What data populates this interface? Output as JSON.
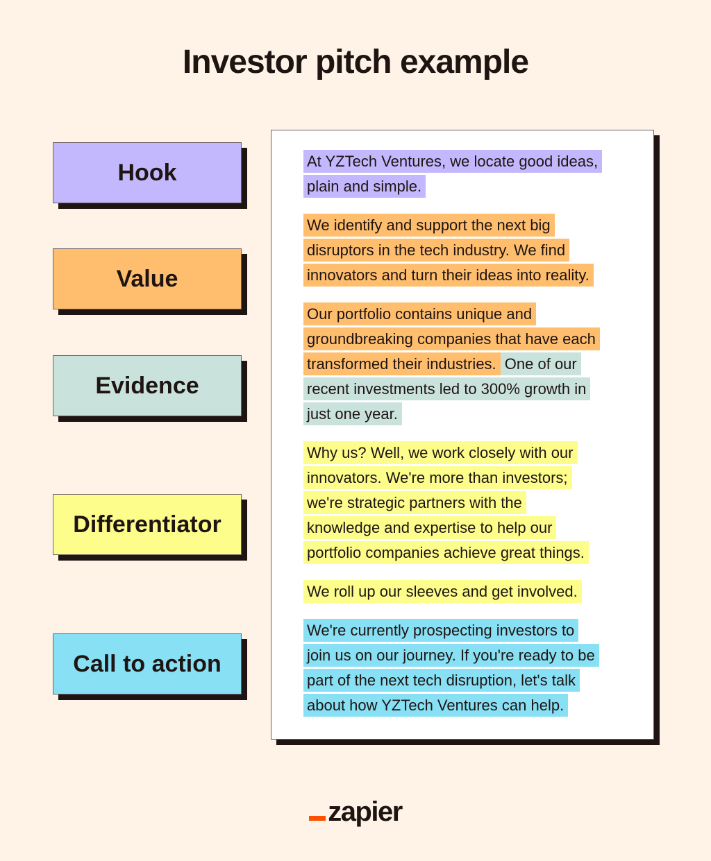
{
  "title": "Investor pitch example",
  "colors": {
    "hook": "#c3b8fd",
    "value": "#ffbe6e",
    "evidence": "#c9e2dc",
    "differentiator": "#fdfd8c",
    "cta": "#88e0f5"
  },
  "labels": {
    "hook": "Hook",
    "value": "Value",
    "evidence": "Evidence",
    "differentiator": "Differentiator",
    "cta": "Call to action"
  },
  "paragraphs": [
    {
      "lines": [
        [
          {
            "t": "At YZTech Ventures, we locate good ideas,",
            "c": "hook"
          }
        ],
        [
          {
            "t": "plain and simple.",
            "c": "hook"
          }
        ]
      ]
    },
    {
      "lines": [
        [
          {
            "t": "We identify and support the next big",
            "c": "value"
          }
        ],
        [
          {
            "t": "disruptors in the tech industry. We find",
            "c": "value"
          }
        ],
        [
          {
            "t": "innovators and turn their ideas into reality.",
            "c": "value"
          }
        ]
      ]
    },
    {
      "lines": [
        [
          {
            "t": "Our portfolio contains unique and",
            "c": "value"
          }
        ],
        [
          {
            "t": "groundbreaking companies that have each",
            "c": "value"
          }
        ],
        [
          {
            "t": "transformed their industries.",
            "c": "value"
          },
          {
            "t": " One of our",
            "c": "evidence"
          }
        ],
        [
          {
            "t": "recent investments led to 300% growth in",
            "c": "evidence"
          }
        ],
        [
          {
            "t": "just one year.",
            "c": "evidence"
          }
        ]
      ]
    },
    {
      "lines": [
        [
          {
            "t": "Why us? Well, we work closely with our",
            "c": "differentiator"
          }
        ],
        [
          {
            "t": "innovators. We're more than investors;",
            "c": "differentiator"
          }
        ],
        [
          {
            "t": "we're strategic partners with the",
            "c": "differentiator"
          }
        ],
        [
          {
            "t": "knowledge and expertise to help our",
            "c": "differentiator"
          }
        ],
        [
          {
            "t": "portfolio companies achieve great things.",
            "c": "differentiator"
          }
        ]
      ]
    },
    {
      "lines": [
        [
          {
            "t": "We roll up our sleeves and get involved.",
            "c": "differentiator"
          }
        ]
      ]
    },
    {
      "lines": [
        [
          {
            "t": "We're currently prospecting investors to",
            "c": "cta"
          }
        ],
        [
          {
            "t": "join us on our journey. If you're ready to be",
            "c": "cta"
          }
        ],
        [
          {
            "t": "part of the next tech disruption, let's talk",
            "c": "cta"
          }
        ],
        [
          {
            "t": "about how YZTech Ventures can help.",
            "c": "cta"
          }
        ]
      ]
    }
  ],
  "logo": "zapier"
}
